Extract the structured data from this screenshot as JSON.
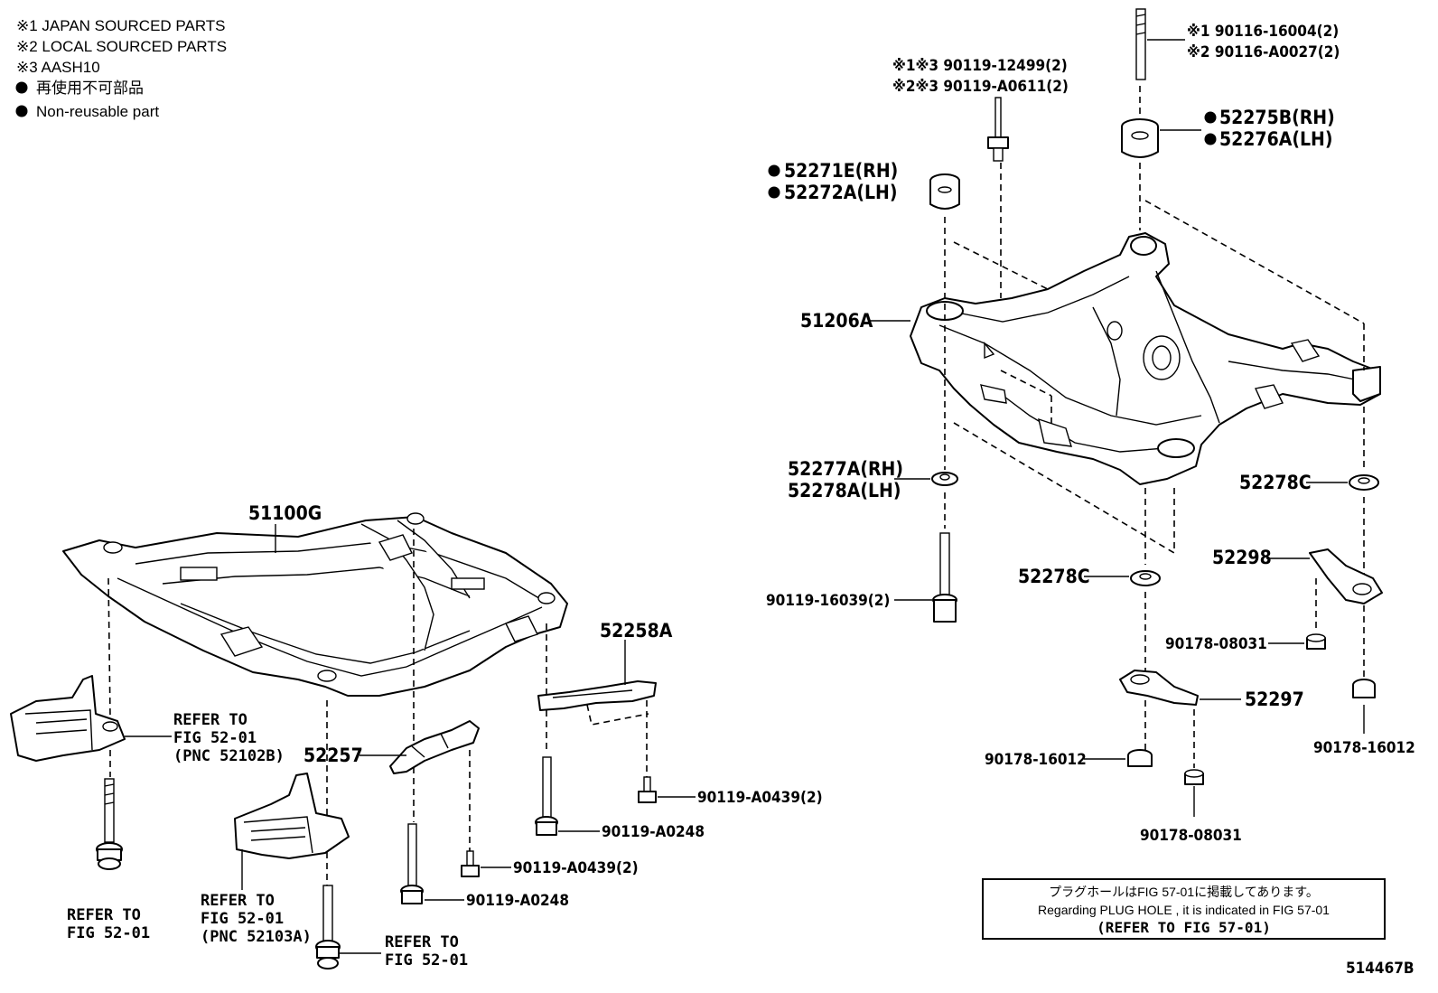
{
  "legend": {
    "line1": "※1 JAPAN SOURCED PARTS",
    "line2": "※2 LOCAL SOURCED PARTS",
    "line3": "※3 AASH10",
    "line4": "再使用不可部品",
    "line5": "Non-reusable part"
  },
  "labels": {
    "p51100g": "51100G",
    "p52258a": "52258A",
    "p52257": "52257",
    "ref1_a": "REFER TO",
    "ref1_b": "FIG 52-01",
    "ref1_c": "(PNC 52102B)",
    "ref2_a": "REFER TO",
    "ref2_b": "FIG 52-01",
    "ref3_a": "REFER TO",
    "ref3_b": "FIG 52-01",
    "ref3_c": "(PNC 52103A)",
    "ref4_a": "REFER TO",
    "ref4_b": "FIG 52-01",
    "b90119a0439_2a": "90119-A0439(2)",
    "b90119a0248a": "90119-A0248",
    "b90119a0439_2b": "90119-A0439(2)",
    "b90119a0248b": "90119-A0248",
    "stud_line1": "※1 90116-16004(2)",
    "stud_line2": "※2 90116-A0027(2)",
    "bolt_line1": "※1※3 90119-12499(2)",
    "bolt_line2": "※2※3 90119-A0611(2)",
    "p52275b": "52275B(RH)",
    "p52276a": "52276A(LH)",
    "p52271e": "52271E(RH)",
    "p52272a": "52272A(LH)",
    "p51206a": "51206A",
    "p52277a": "52277A(RH)",
    "p52278a": "52278A(LH)",
    "p52278c_r": "52278C",
    "p52278c_m": "52278C",
    "p52298": "52298",
    "b90119_16039": "90119-16039(2)",
    "b90178_08031a": "90178-08031",
    "p52297": "52297",
    "b90178_16012a": "90178-16012",
    "b90178_16012b": "90178-16012",
    "b90178_08031b": "90178-08031",
    "fig_id": "514467B"
  },
  "note": {
    "line1": "プラグホールはFIG 57-01に掲載してあります。",
    "line2": "Regarding PLUG HOLE , it is indicated in FIG 57-01",
    "line3": "(REFER TO FIG 57-01)"
  }
}
